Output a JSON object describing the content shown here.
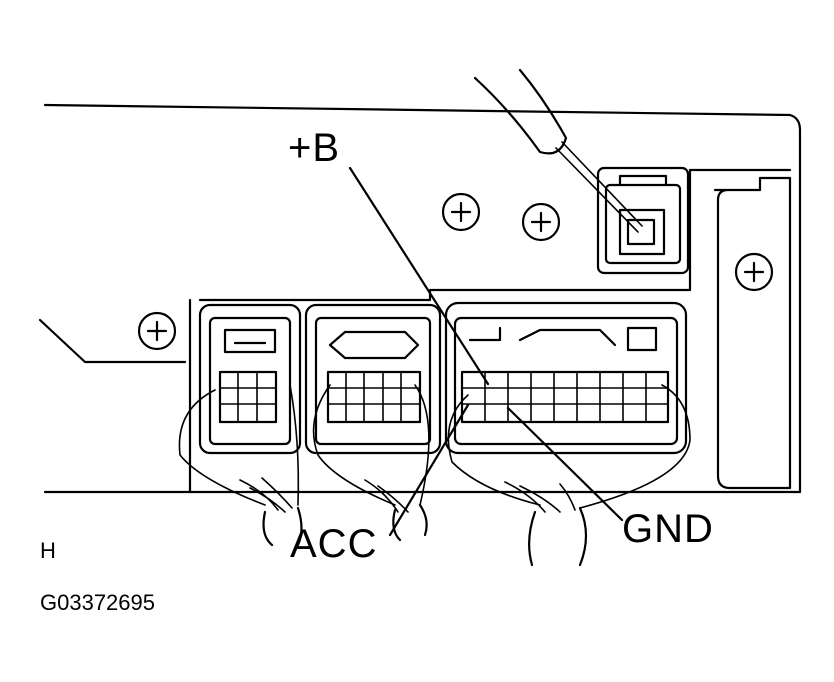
{
  "labels": {
    "plus_b": "+B",
    "acc": "ACC",
    "gnd": "GND",
    "view": "H",
    "figure_code": "G03372695"
  }
}
